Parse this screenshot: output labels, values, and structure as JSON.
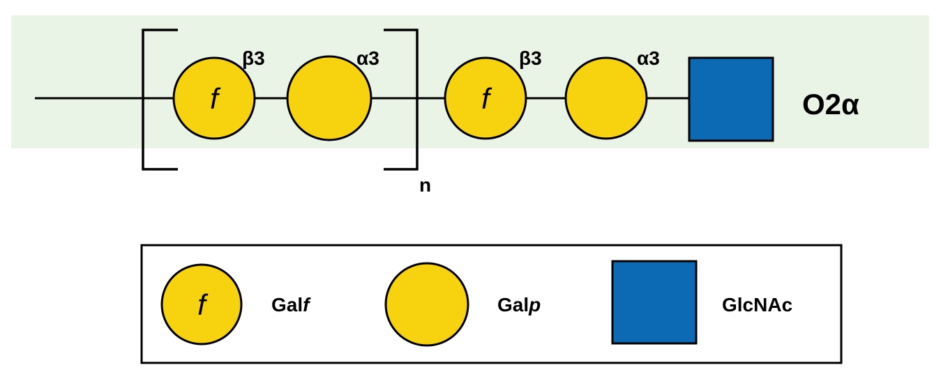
{
  "structure": {
    "name": "O2α",
    "repeat_subscript": "n",
    "linkages": {
      "repeat_galf_to_galp": "β3",
      "repeat_galp_to_next": "α3",
      "core_galf_to_galp": "β3",
      "core_galp_to_glcnac": "α3"
    },
    "residue_glyph": "f"
  },
  "legend": {
    "items": [
      {
        "symbol": "yellow-circle-f",
        "glyph": "f",
        "label_main": "Gal",
        "label_italic": "f"
      },
      {
        "symbol": "yellow-circle",
        "glyph": "",
        "label_main": "Gal",
        "label_italic": "p"
      },
      {
        "symbol": "blue-square",
        "glyph": "",
        "label_main": "GlcNAc",
        "label_italic": ""
      }
    ]
  },
  "colors": {
    "band_background": "#eaf4e6",
    "galactose_yellow": "#f7d20f",
    "glcnac_blue": "#0b6ab3",
    "outline": "#000000"
  }
}
